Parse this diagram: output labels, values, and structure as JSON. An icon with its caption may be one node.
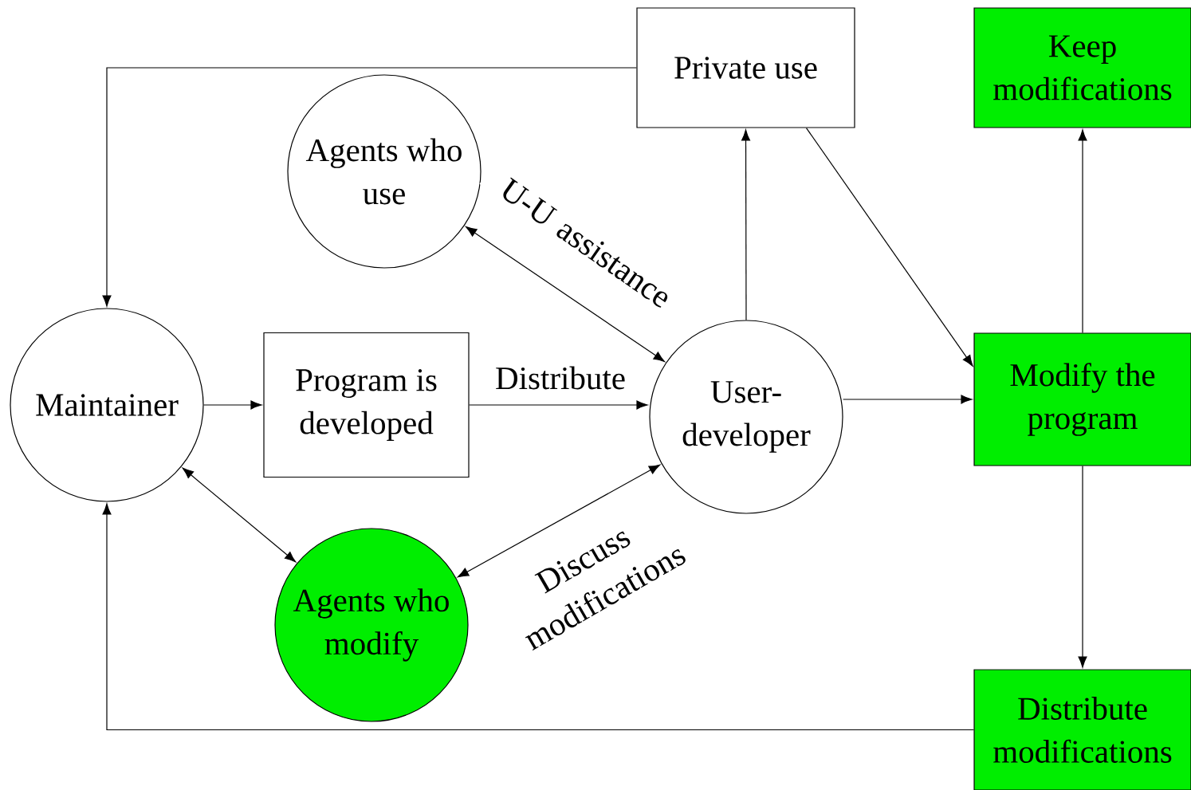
{
  "diagram": {
    "nodes": [
      {
        "text": [
          "Private use"
        ]
      },
      {
        "text": [
          "Keep modifications"
        ]
      },
      {
        "text": [
          "Agents who use"
        ]
      },
      {
        "text": [
          "Maintainer"
        ]
      },
      {
        "text": [
          "Program is developed"
        ]
      },
      {
        "text": [
          "User-developer"
        ]
      },
      {
        "text": [
          "Modify the program"
        ]
      },
      {
        "text": [
          "Agents who modify"
        ]
      },
      {
        "text": [
          "Distribute modifications"
        ]
      }
    ],
    "edges": [
      {
        "from": 0,
        "to": 3,
        "arrow": "to"
      },
      {
        "from": 3,
        "to": 4,
        "arrow": "to"
      },
      {
        "from": 4,
        "to": 5,
        "arrow": "to",
        "label": "Distribute"
      },
      {
        "from": 2,
        "to": 5,
        "arrow": "both",
        "label": "U-U assistance"
      },
      {
        "from": 3,
        "to": 7,
        "arrow": "both"
      },
      {
        "from": 7,
        "to": 5,
        "arrow": "both",
        "label": "Discuss modifications"
      },
      {
        "from": 5,
        "to": 0,
        "arrow": "to"
      },
      {
        "from": 0,
        "to": 6,
        "arrow": "to"
      },
      {
        "from": 5,
        "to": 6,
        "arrow": "to"
      },
      {
        "from": 6,
        "to": 1,
        "arrow": "to"
      },
      {
        "from": 6,
        "to": 8,
        "arrow": "to"
      },
      {
        "from": 8,
        "to": 3,
        "arrow": "to"
      }
    ]
  }
}
